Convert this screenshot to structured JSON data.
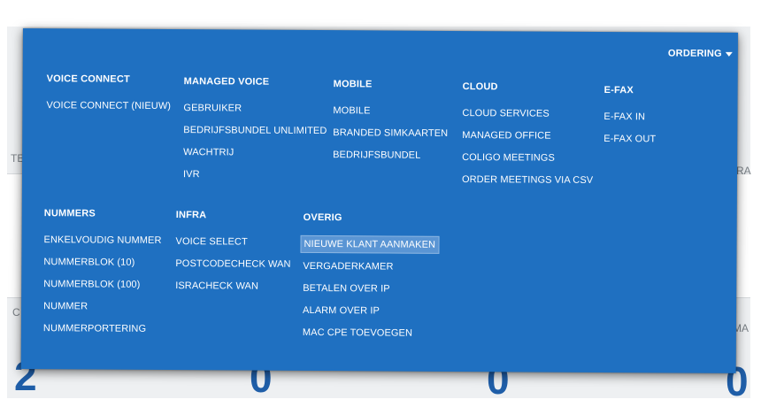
{
  "background": {
    "left_fragment": "TE",
    "right_fragment": "RA",
    "left_fragment2": "C",
    "right_fragment2": "MA",
    "digits": [
      "2",
      "0",
      "0",
      "0"
    ]
  },
  "menu": {
    "ordering_label": "ORDERING",
    "columns_row1": [
      {
        "title": "VOICE CONNECT",
        "items": [
          "VOICE CONNECT (NIEUW)"
        ]
      },
      {
        "title": "MANAGED VOICE",
        "items": [
          "GEBRUIKER",
          "BEDRIJFSBUNDEL UNLIMITED",
          "WACHTRIJ",
          "IVR"
        ]
      },
      {
        "title": "MOBILE",
        "items": [
          "MOBILE",
          "BRANDED SIMKAARTEN",
          "BEDRIJFSBUNDEL"
        ]
      },
      {
        "title": "CLOUD",
        "items": [
          "CLOUD SERVICES",
          "MANAGED OFFICE",
          "COLIGO MEETINGS",
          "ORDER MEETINGS VIA CSV"
        ]
      },
      {
        "title": "E-FAX",
        "items": [
          "E-FAX IN",
          "E-FAX OUT"
        ]
      }
    ],
    "columns_row2": [
      {
        "title": "NUMMERS",
        "items": [
          "ENKELVOUDIG NUMMER",
          "NUMMERBLOK (10)",
          "NUMMERBLOK (100)",
          "NUMMER",
          "NUMMERPORTERING"
        ]
      },
      {
        "title": "INFRA",
        "items": [
          "VOICE SELECT",
          "POSTCODECHECK WAN",
          "ISRACHECK WAN"
        ]
      },
      {
        "title": "OVERIG",
        "items": [
          "NIEUWE KLANT AANMAKEN",
          "VERGADERKAMER",
          "BETALEN OVER IP",
          "ALARM OVER IP",
          "MAC CPE TOEVOEGEN"
        ]
      }
    ],
    "highlighted_item": "NIEUWE KLANT AANMAKEN",
    "colors": {
      "panel": "#1f70c1",
      "highlight": "#5a95d4",
      "text": "#ffffff"
    }
  }
}
